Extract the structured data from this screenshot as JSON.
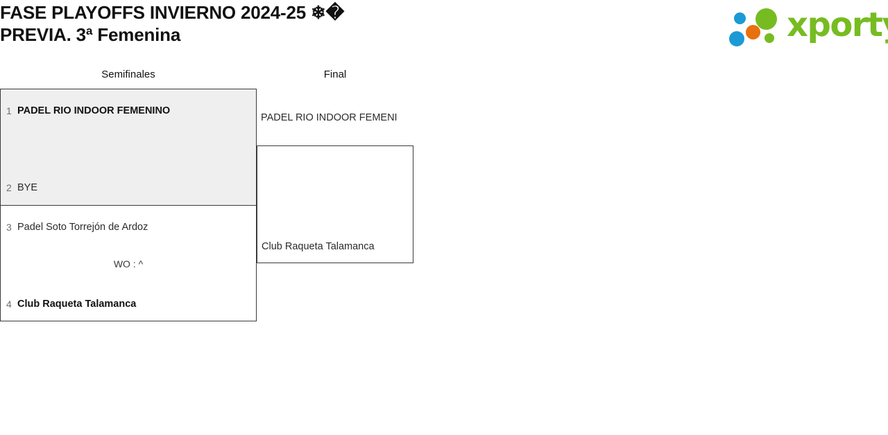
{
  "header": {
    "title": "FASE PLAYOFFS INVIERNO 2024-25 ❄�\nPREVIA. 3ª Femenina",
    "logo_text": "xporty",
    "logo_colors": {
      "green": "#76bc21",
      "blue": "#1b9ad6",
      "orange": "#e8700f"
    }
  },
  "bracket": {
    "rounds": [
      {
        "name": "Semifinales"
      },
      {
        "name": "Final"
      }
    ],
    "semifinals": [
      {
        "highlighted": true,
        "score": "",
        "slots": [
          {
            "seed": "1",
            "team": "PADEL RIO INDOOR FEMENINO",
            "winner": true
          },
          {
            "seed": "2",
            "team": "BYE",
            "winner": false
          }
        ]
      },
      {
        "highlighted": false,
        "score": "WO : ^",
        "slots": [
          {
            "seed": "3",
            "team": "Padel Soto Torrejón de Ardoz",
            "winner": false
          },
          {
            "seed": "4",
            "team": "Club Raqueta Talamanca",
            "winner": true
          }
        ]
      }
    ],
    "final": {
      "advancing_team": "PADEL RIO INDOOR FEMENI",
      "slots": [
        {
          "seed": "",
          "team": "Club Raqueta Talamanca",
          "winner": false
        }
      ]
    }
  }
}
